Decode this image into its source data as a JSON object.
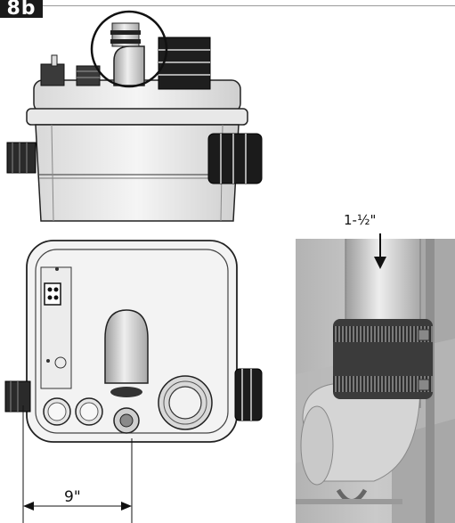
{
  "figure": {
    "step_badge": "8b",
    "pipe_size_label": "1-½\"",
    "dimension_label": "9\""
  }
}
